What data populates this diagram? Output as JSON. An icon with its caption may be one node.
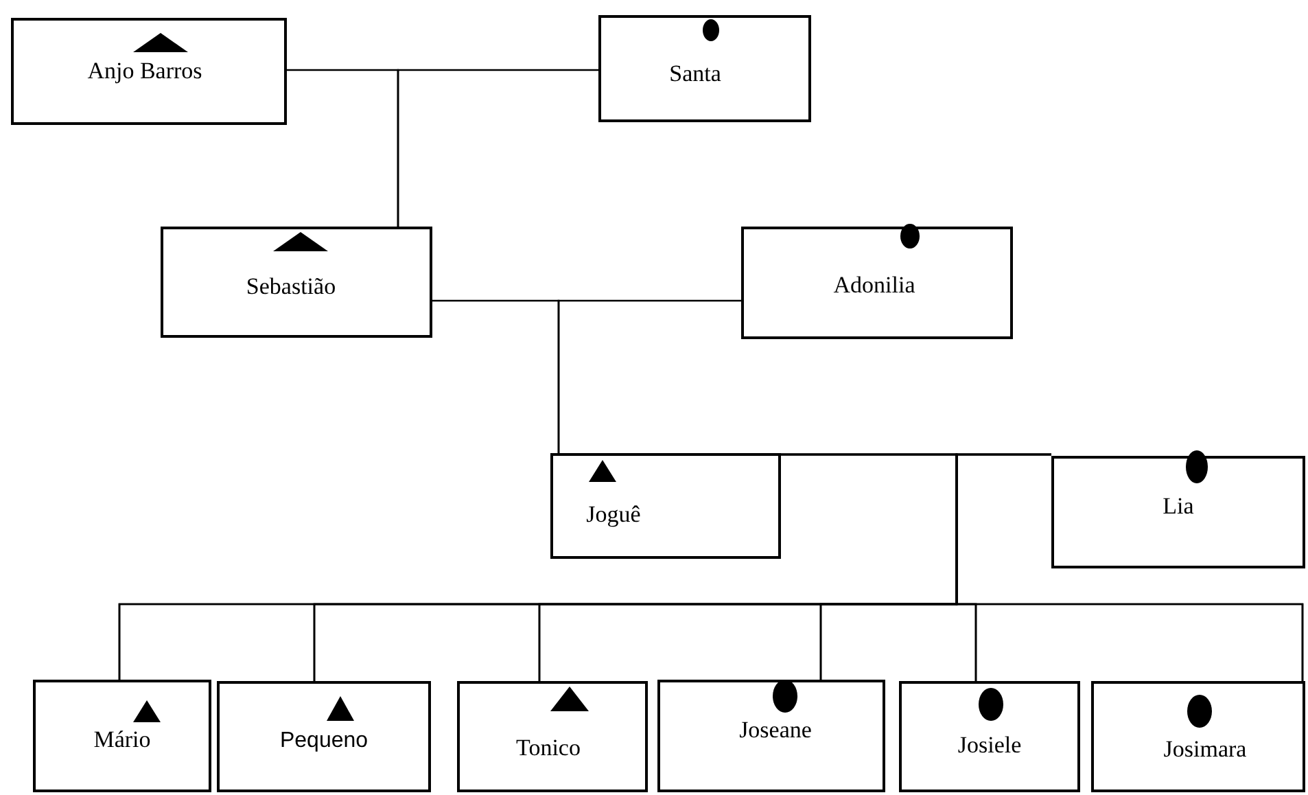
{
  "diagram": {
    "nodes": [
      {
        "text": [
          "Anjo Barros"
        ]
      },
      {
        "text": [
          "Santa"
        ]
      },
      {
        "text": [
          "Sebastião"
        ]
      },
      {
        "text": [
          "Adonilia"
        ]
      },
      {
        "text": [
          "Joguê"
        ]
      },
      {
        "text": [
          "Lia"
        ]
      },
      {
        "text": [
          "Mário"
        ]
      },
      {
        "text": [
          "Pequeno"
        ]
      },
      {
        "text": [
          "Tonico"
        ]
      },
      {
        "text": [
          "Joseane"
        ]
      },
      {
        "text": [
          "Josiele"
        ]
      },
      {
        "text": [
          "Josimara"
        ]
      }
    ],
    "edges": [
      {
        "from": 0,
        "to": 2,
        "arrow": "none"
      },
      {
        "from": 1,
        "to": 2,
        "arrow": "none"
      },
      {
        "from": 2,
        "to": 4,
        "arrow": "none"
      },
      {
        "from": 3,
        "to": 4,
        "arrow": "none"
      },
      {
        "from": 4,
        "to": 6,
        "arrow": "none"
      },
      {
        "from": 5,
        "to": 6,
        "arrow": "none"
      },
      {
        "from": 4,
        "to": 7,
        "arrow": "none"
      },
      {
        "from": 5,
        "to": 7,
        "arrow": "none"
      },
      {
        "from": 4,
        "to": 8,
        "arrow": "none"
      },
      {
        "from": 5,
        "to": 8,
        "arrow": "none"
      },
      {
        "from": 4,
        "to": 9,
        "arrow": "none"
      },
      {
        "from": 5,
        "to": 9,
        "arrow": "none"
      },
      {
        "from": 4,
        "to": 10,
        "arrow": "none"
      },
      {
        "from": 5,
        "to": 10,
        "arrow": "none"
      },
      {
        "from": 4,
        "to": 11,
        "arrow": "none"
      },
      {
        "from": 5,
        "to": 11,
        "arrow": "none"
      }
    ]
  }
}
